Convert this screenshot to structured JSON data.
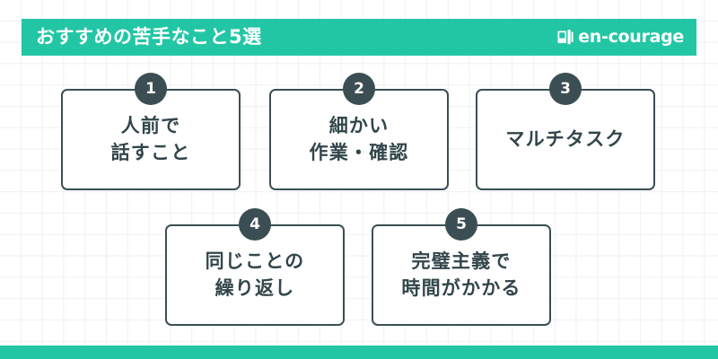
{
  "header": {
    "title": "おすすめの苦手なこと5選",
    "logo_text": "en-courage",
    "logo_icon": "book-icon",
    "bar_color": "#23c6a4"
  },
  "theme": {
    "accent": "#23c6a4",
    "ink": "#32464b",
    "badge": "#3b4e53",
    "grid_line": "#f0f0f0",
    "background": "#ffffff"
  },
  "cards": [
    {
      "number": "1",
      "label": "人前で\n話すこと"
    },
    {
      "number": "2",
      "label": "細かい\n作業・確認"
    },
    {
      "number": "3",
      "label": "マルチタスク"
    },
    {
      "number": "4",
      "label": "同じことの\n繰り返し"
    },
    {
      "number": "5",
      "label": "完璧主義で\n時間がかかる"
    }
  ],
  "footer": {
    "bar_color": "#23c6a4"
  }
}
